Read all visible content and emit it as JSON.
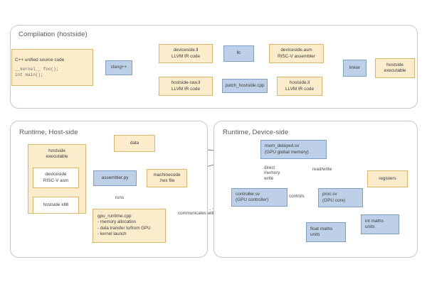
{
  "diagram": {
    "title_compilation": "Compilation (hostside)",
    "title_runtime_host": "Runtime, Host-side",
    "title_runtime_device": "Runtime, Device-side",
    "colors": {
      "yellow_fill": "#fbeccc",
      "yellow_border": "#d8b66a",
      "blue_fill": "#bdd0e7",
      "blue_border": "#7f9fc4",
      "panel_border": "#c8c8c8",
      "arrow": "#5a5a5a",
      "text": "#3c3c3c"
    }
  },
  "compilation": {
    "source_box": {
      "title": "C++ unified source code",
      "code_line1": "__kernel__ foo();",
      "code_line2": "int main();"
    },
    "clang": "clang++",
    "deviceside_ll": {
      "line1": "deviceside.ll",
      "line2": "LLVM IR code"
    },
    "llc": "llc",
    "deviceside_asm": {
      "line1": "deviceside.asm",
      "line2": "RISC-V assembler"
    },
    "hostside_raw_ll": {
      "line1": "hostside-raw.ll",
      "line2": "LLVM IR code"
    },
    "patch_hostside": "patch_hostside.cpp",
    "hostside_ll": {
      "line1": "hostside.ll",
      "line2": "LLVM IR code"
    },
    "linker": "linker",
    "hostside_executable": {
      "line1": "hostside",
      "line2": "executable"
    }
  },
  "runtime_host": {
    "hostside_executable": {
      "line1": "hostside",
      "line2": "executable"
    },
    "deviceside_asm": {
      "line1": "deviceside",
      "line2": "RISC-V asm"
    },
    "hostside_x86": "hostside x86",
    "data": "data",
    "assembler": "assembler.py",
    "machinecode": {
      "line1": "machinecode",
      "line2": ".hex file"
    },
    "gpu_runtime": {
      "title": "gpu_runtime.cpp",
      "bullets": [
        "- memory allocation",
        "- data transfer to/from GPU",
        "- kernel launch"
      ]
    },
    "label_runs": "runs",
    "label_communicates_with": "communicates with"
  },
  "runtime_device": {
    "mem_delayed": {
      "line1": "mem_delayed.sv",
      "line2": "(GPU global memory)"
    },
    "controller": {
      "line1": "controller.sv",
      "line2": "(GPU controller)"
    },
    "proc": {
      "line1": "proc.sv",
      "line2": "(GPU core)"
    },
    "registers": "registers",
    "int_maths": {
      "line1": "int maths",
      "line2": "units"
    },
    "float_maths": {
      "line1": "float maths",
      "line2": "units"
    },
    "label_direct_memory_write": "direct memory write",
    "label_read_write": "read/write",
    "label_controls": "controls"
  }
}
